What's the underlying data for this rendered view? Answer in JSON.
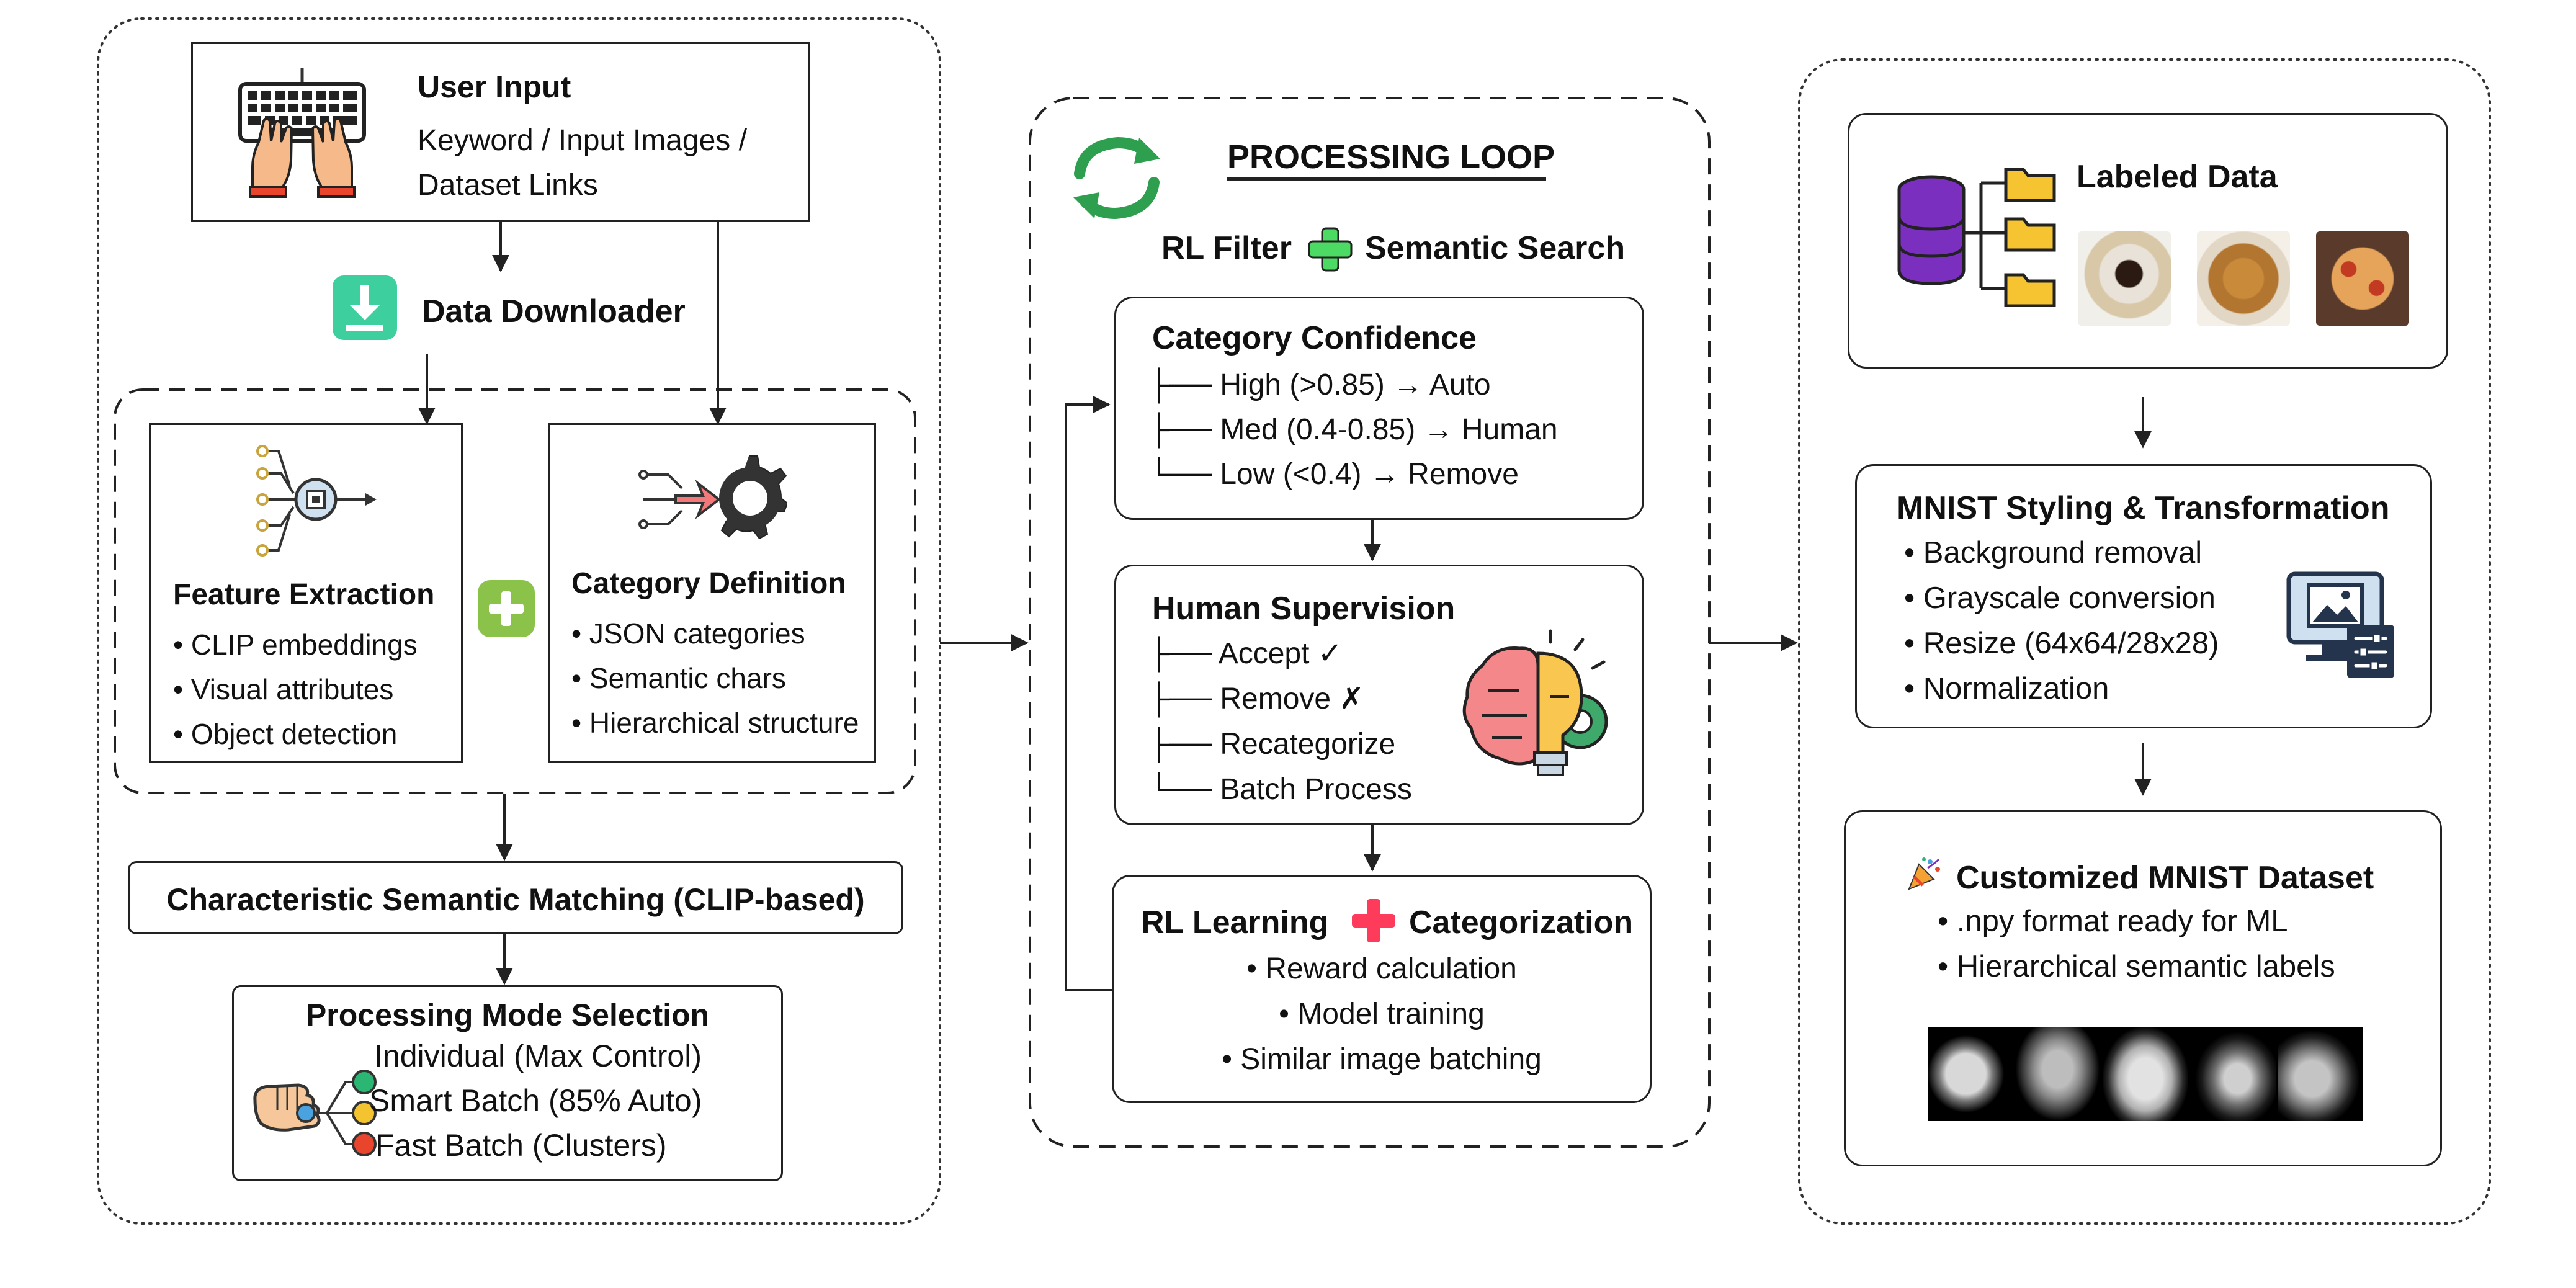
{
  "user_input": {
    "title": "User Input",
    "line1": "Keyword / Input Images /",
    "line2": "Dataset Links"
  },
  "downloader": {
    "label": "Data Downloader"
  },
  "feature_extraction": {
    "title": "Feature Extraction",
    "items": [
      "• CLIP embeddings",
      "• Visual attributes",
      "• Object detection"
    ]
  },
  "category_definition": {
    "title": "Category Definition",
    "items": [
      "• JSON categories",
      "• Semantic chars",
      "• Hierarchical structure"
    ]
  },
  "semantic_matching": {
    "label": "Characteristic Semantic Matching (CLIP-based)"
  },
  "mode_selection": {
    "title": "Processing Mode Selection",
    "items": [
      "Individual (Max Control)",
      "Smart Batch (85% Auto)",
      "Fast Batch (Clusters)"
    ],
    "colors": [
      "#2bb673",
      "#f4c430",
      "#e8452c"
    ]
  },
  "loop": {
    "title": "PROCESSING LOOP",
    "subtitle_left": "RL Filter",
    "subtitle_right": "Semantic Search"
  },
  "category_confidence": {
    "title": "Category Confidence",
    "items": [
      "├── High (>0.85) → Auto",
      "├── Med (0.4-0.85) → Human",
      "└── Low (<0.4) → Remove"
    ]
  },
  "human_supervision": {
    "title": "Human Supervision",
    "items": [
      "├── Accept ✓",
      "├── Remove ✗",
      "├── Recategorize",
      "└── Batch Process"
    ]
  },
  "rl_learning": {
    "title_left": "RL Learning",
    "title_right": "Categorization",
    "items": [
      "• Reward calculation",
      "• Model training",
      "• Similar image batching"
    ]
  },
  "labeled_data": {
    "title": "Labeled Data"
  },
  "mnist_styling": {
    "title": "MNIST Styling & Transformation",
    "items": [
      "• Background removal",
      "• Grayscale conversion",
      "• Resize (64x64/28x28)",
      "• Normalization"
    ]
  },
  "customized": {
    "title": "Customized MNIST Dataset",
    "items": [
      "• .npy format ready for ML",
      "• Hierarchical semantic labels"
    ]
  },
  "colors": {
    "border": "#222222",
    "green_plus": "#4cd964",
    "olive_plus": "#8bc34a",
    "red_plus": "#ff3b5c",
    "download_teal": "#3ecf9e",
    "db_purple": "#7b2fbf",
    "folder_yellow": "#f6c431"
  }
}
